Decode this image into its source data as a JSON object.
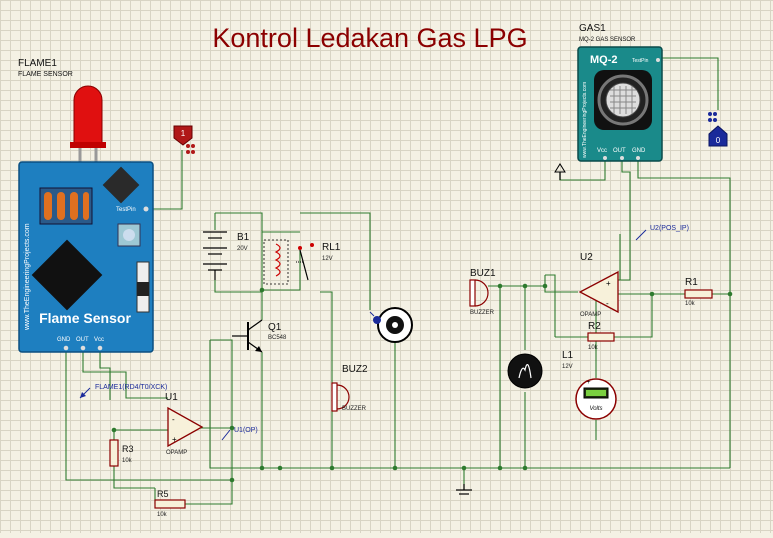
{
  "title": "Kontrol Ledakan Gas LPG",
  "flame": {
    "ref": "FLAME1",
    "name": "FLAME SENSOR",
    "board_label": "Flame Sensor",
    "side_text": "www.TheEngineeringProjects.com",
    "pin_testpin": "TestPin",
    "pin_gnd": "GND",
    "pin_out": "OUT",
    "pin_vcc": "Vcc",
    "logic_state": "1",
    "probe": "FLAME1(RD4/T0/XCK)"
  },
  "gas": {
    "ref": "GAS1",
    "name": "MQ-2 GAS SENSOR",
    "board_label": "MQ-2",
    "side_text": "www.TheEngineeringProjects.com",
    "pin_testpin": "TestPin",
    "pin_vcc": "Vcc",
    "pin_out": "OUT",
    "pin_gnd": "GND",
    "logic_state": "0"
  },
  "components": {
    "b1_ref": "B1",
    "b1_val": "20V",
    "rl1_ref": "RL1",
    "rl1_val": "12V",
    "q1_ref": "Q1",
    "q1_val": "BC548",
    "u1_ref": "U1",
    "u1_val": "OPAMP",
    "u1_probe": "U1(OP)",
    "r3_ref": "R3",
    "r3_val": "10k",
    "r5_ref": "R5",
    "r5_val": "10k",
    "buz1_ref": "BUZ1",
    "buz1_val": "BUZZER",
    "buz2_ref": "BUZ2",
    "buz2_val": "BUZZER",
    "u2_ref": "U2",
    "u2_val": "OPAMP",
    "u2_probe": "U2(POS_IP)",
    "r1_ref": "R1",
    "r1_val": "10k",
    "r2_ref": "R2",
    "r2_val": "10k",
    "l1_ref": "L1",
    "l1_val": "12V",
    "voltmeter_unit": "Volts"
  },
  "colors": {
    "title": "#8b0000",
    "wire": "#2e7a2e",
    "board": "#1e7fc0",
    "mq2_board": "#1a8a8a",
    "probe": "#1a2a9a"
  }
}
